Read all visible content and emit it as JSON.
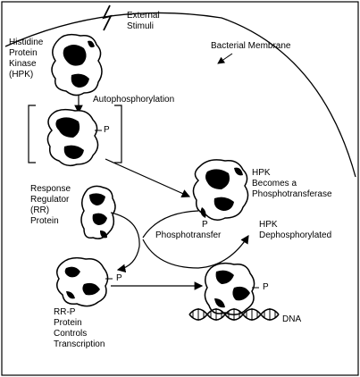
{
  "labels": {
    "external_stimuli": "External\nStimuli",
    "bacterial_membrane": "Bacterial Membrane",
    "hpk": "Histidine\nProtein\nKinase\n(HPK)",
    "autophosphorylation": "Autophosphorylation",
    "p_bracket": "P",
    "hpk_phosphotransferase": "HPK\nBecomes a\nPhosphotransferase",
    "response_regulator": "Response\nRegulator\n(RR)\nProtein",
    "p_transfer": "P",
    "phosphotransfer": "Phosphotransfer",
    "hpk_dephosphorylated": "HPK\nDephosphorylated",
    "p_rrp": "P",
    "p_dna": "P",
    "dna": "DNA",
    "rrp_protein": "RR-P\nProtein\nControls\nTranscription"
  },
  "colors": {
    "ink": "#000000",
    "background": "#ffffff",
    "protein_fill": "#ffffff"
  }
}
